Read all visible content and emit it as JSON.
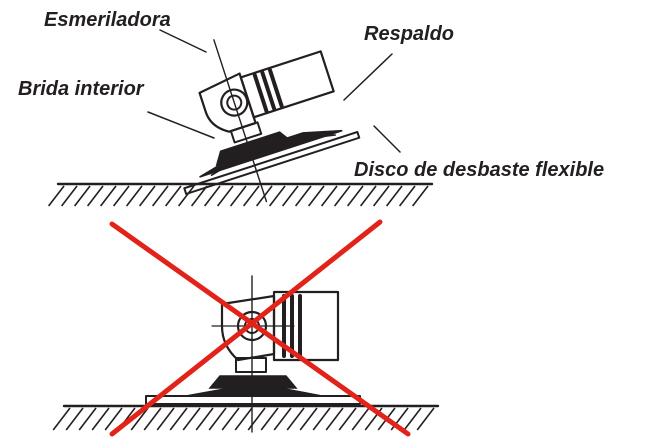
{
  "labels": {
    "grinder": "Esmeriladora",
    "backing_pad": "Respaldo",
    "inner_flange": "Brida interior",
    "disc": "Disco de desbaste flexible"
  },
  "colors": {
    "ink": "#231f20",
    "cross": "#e2231a",
    "background": "#ffffff"
  },
  "panels": [
    {
      "name": "correct-usage",
      "grinder_tilted": true,
      "crossed_out": false
    },
    {
      "name": "incorrect-usage",
      "grinder_tilted": false,
      "crossed_out": true
    }
  ],
  "icons": {
    "cross": "x-mark"
  }
}
